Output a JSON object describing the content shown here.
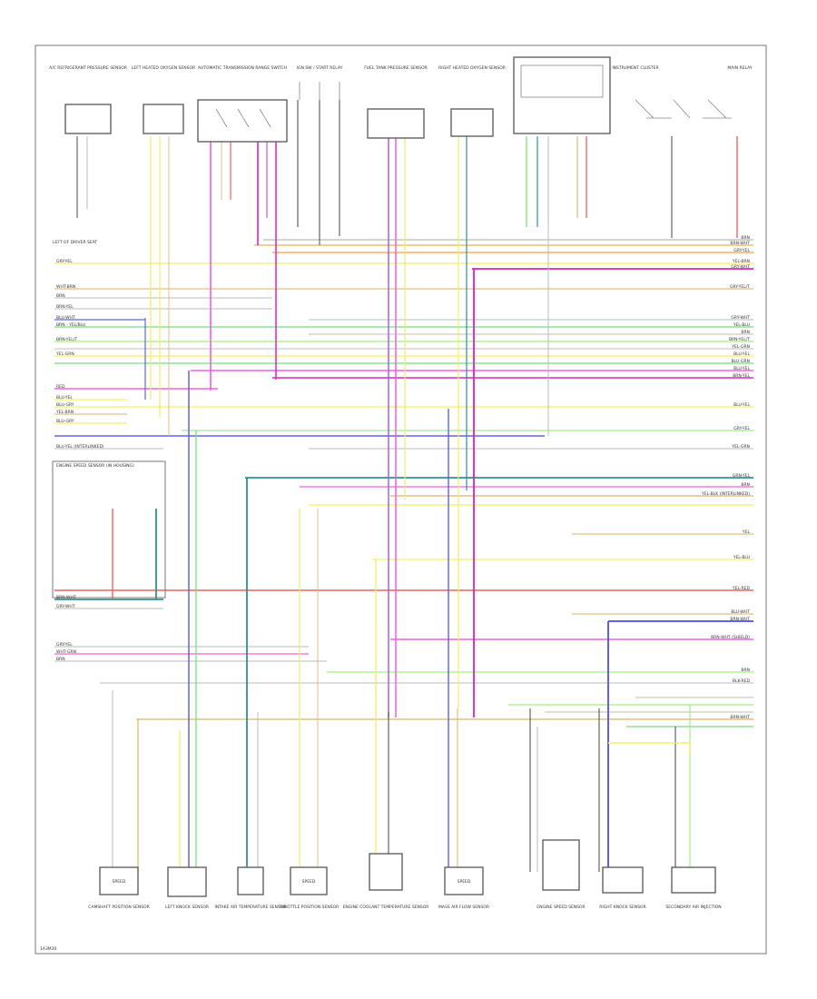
{
  "diagram_code": "1A3M30",
  "wire_colors": {
    "yellow": "#f0f060",
    "pink": "#f060e0",
    "magenta": "#e020c0",
    "red": "#f06060",
    "green": "#70e070",
    "lightgreen": "#a0f080",
    "blue": "#6060f0",
    "teal": "#309090",
    "tan": "#e0c080",
    "gray": "#bbbbbb",
    "violet": "#a060f0",
    "black": "#444444",
    "orange": "#f0a040"
  },
  "left_wire_labels": [
    "GRY-YEL",
    "WHT-BRN",
    "BRN",
    "BRN-YEL",
    "BLU-WHT",
    "BRN - YEL/BLU",
    "BRN-YEL/T",
    "YEL-GRN",
    "RED",
    "BLU-YEL",
    "BLU-GRY",
    "YEL-BRN",
    "BLU-GRY",
    "BLU-YEL (INTERLINKED)",
    "BRN-WHT",
    "GRY-WHT",
    "GRY-YEL",
    "WHT-GRN",
    "BRN"
  ],
  "right_wire_labels": [
    "BRN",
    "BRN-WHT",
    "GRY-YEL",
    "YEL-BRN",
    "GRY-WHT",
    "GRY-YEL/T",
    "GRY-WHT",
    "YEL-BLU",
    "BRN",
    "BRN-YEL/T",
    "YEL-GRN",
    "BLU-YEL",
    "BLU-GRN",
    "BLU-YEL",
    "BRN-YEL",
    "BLU-YEL",
    "GRY-YEL",
    "YEL-GRN",
    "GRN-YEL",
    "BRN",
    "YEL-BLK (INTERLINKED)",
    "YEL",
    "YEL-BLU",
    "YEL-RED",
    "BLU-WHT",
    "BRN-WHT",
    "BRN-WHT (SHIELD)",
    "BRN",
    "BLK-RED",
    "BRN-WHT"
  ],
  "top_components": [
    "A/C REFRIGERANT PRESSURE SENSOR",
    "LEFT HEATED OXYGEN SENSOR",
    "AUTOMATIC TRANSMISSION RANGE SWITCH",
    "IGN SW / START RELAY",
    "FUEL TANK PRESSURE SENSOR",
    "RIGHT HEATED OXYGEN SENSOR",
    "INSTRUMENT CLUSTER",
    "MAIN RELAY"
  ],
  "bottom_components": [
    "CAMSHAFT POSITION SENSOR",
    "LEFT KNOCK SENSOR",
    "INTAKE AIR TEMPERATURE SENSOR",
    "THROTTLE POSITION SENSOR",
    "ENGINE COOLANT TEMPERATURE SENSOR",
    "MASS AIR FLOW SENSOR",
    "ENGINE SPEED SENSOR",
    "RIGHT KNOCK SENSOR",
    "SECONDARY AIR INJECTION"
  ],
  "bottom_box_labels": [
    "SPEED",
    "",
    "",
    "SPEED",
    "",
    "SPEED",
    "",
    "",
    ""
  ],
  "left_boxes": [
    "ENGINE SPEED SENSOR (IN HOUSING)",
    "LEFT OF DRIVER SEAT"
  ]
}
